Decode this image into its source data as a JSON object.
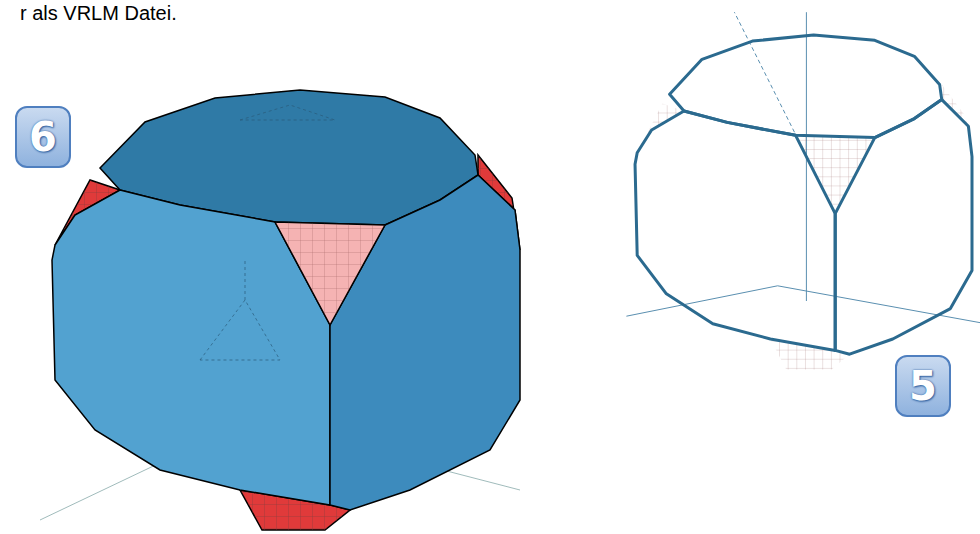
{
  "diagram": {
    "nodes": [
      {
        "text": [
          "6"
        ]
      },
      {
        "text": [
          "5"
        ]
      }
    ],
    "labels": [
      "r als VRLM Datei."
    ]
  }
}
